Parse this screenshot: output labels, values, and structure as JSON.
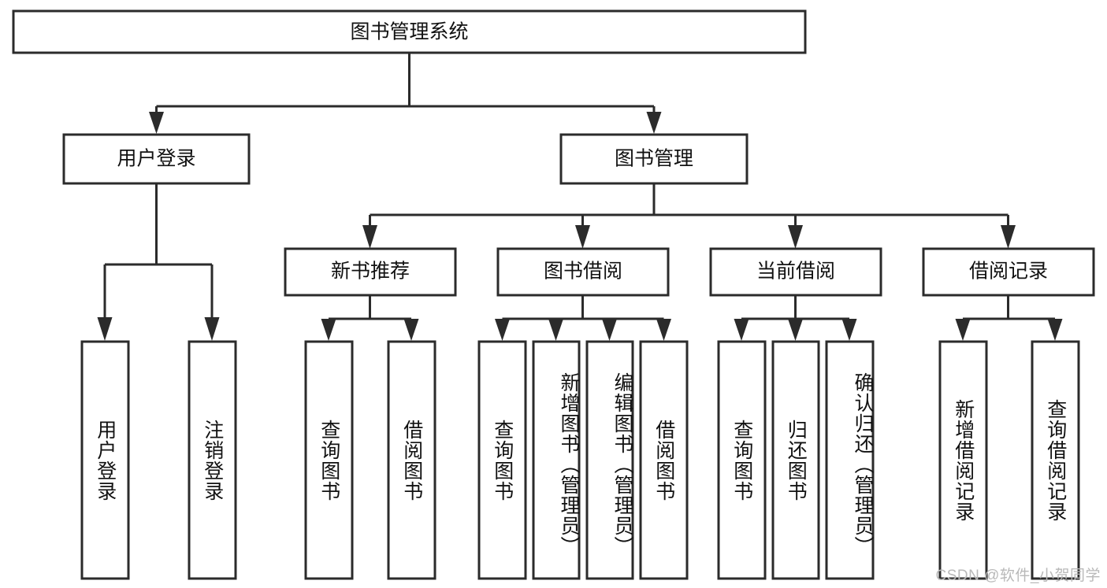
{
  "diagram": {
    "title": "图书管理系统",
    "watermark": "CSDN @软件_小贺同学",
    "colors": {
      "stroke": "#2b2b2b",
      "fill": "#ffffff",
      "text": "#111111",
      "watermark": "#b9b9b9"
    },
    "root": {
      "label": "图书管理系统",
      "orientation": "horizontal"
    },
    "level2": [
      {
        "label": "用户登录",
        "orientation": "horizontal"
      },
      {
        "label": "图书管理",
        "orientation": "horizontal"
      }
    ],
    "level3": [
      {
        "label": "新书推荐",
        "orientation": "horizontal"
      },
      {
        "label": "图书借阅",
        "orientation": "horizontal"
      },
      {
        "label": "当前借阅",
        "orientation": "horizontal"
      },
      {
        "label": "借阅记录",
        "orientation": "horizontal"
      }
    ],
    "leaves": {
      "user_login": [
        {
          "label": "用户登录",
          "orientation": "vertical"
        },
        {
          "label": "注销登录",
          "orientation": "vertical"
        }
      ],
      "new_book_recommend": [
        {
          "label": "查询图书",
          "orientation": "vertical"
        },
        {
          "label": "借阅图书",
          "orientation": "vertical"
        }
      ],
      "book_borrow": [
        {
          "label": "查询图书",
          "orientation": "vertical"
        },
        {
          "label": "新增图书（管理员）",
          "orientation": "vertical"
        },
        {
          "label": "编辑图书（管理员）",
          "orientation": "vertical"
        },
        {
          "label": "借阅图书",
          "orientation": "vertical"
        }
      ],
      "current_borrow": [
        {
          "label": "查询图书",
          "orientation": "vertical"
        },
        {
          "label": "归还图书",
          "orientation": "vertical"
        },
        {
          "label": "确认归还（管理员）",
          "orientation": "vertical"
        }
      ],
      "borrow_record": [
        {
          "label": "新增借阅记录",
          "orientation": "vertical"
        },
        {
          "label": "查询借阅记录",
          "orientation": "vertical"
        }
      ]
    }
  }
}
